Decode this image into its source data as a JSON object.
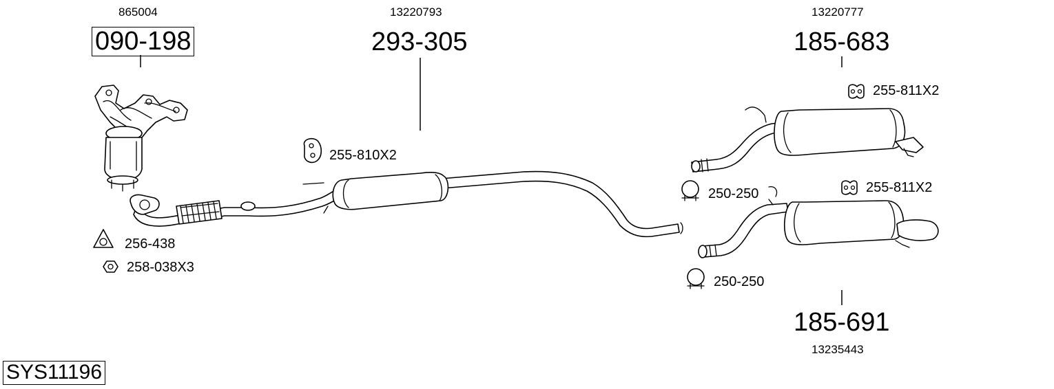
{
  "system_code": "SYS11196",
  "parts": [
    {
      "oem": "865004",
      "number": "090-198",
      "boxed": true
    },
    {
      "oem": "13220793",
      "number": "293-305",
      "boxed": false
    },
    {
      "oem": "13220777",
      "number": "185-683",
      "boxed": false
    },
    {
      "oem": "13235443",
      "number": "185-691",
      "boxed": false
    }
  ],
  "accessories": [
    {
      "code": "256-438",
      "icon": "gasket-icon"
    },
    {
      "code": "258-038X3",
      "icon": "nut-icon"
    },
    {
      "code": "255-810X2",
      "icon": "rubber-mount-icon"
    },
    {
      "code": "255-811X2",
      "icon": "rubber-hanger-icon"
    },
    {
      "code": "250-250",
      "icon": "clamp-icon"
    },
    {
      "code": "255-811X2",
      "icon": "rubber-hanger-icon"
    },
    {
      "code": "250-250",
      "icon": "clamp-icon"
    }
  ]
}
